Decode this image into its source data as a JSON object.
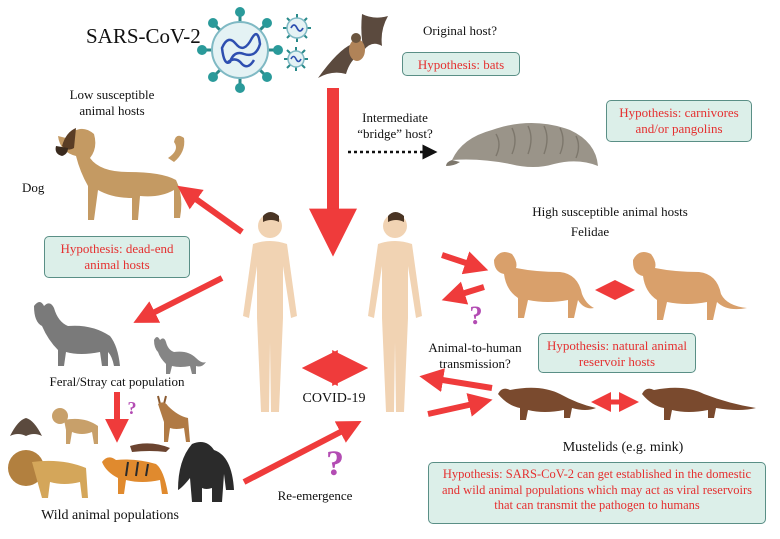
{
  "title": "SARS-CoV-2",
  "labels": {
    "original_host": "Original host?",
    "intermediate": "Intermediate\n“bridge” host?",
    "low_susceptible": "Low susceptible\nanimal hosts",
    "dog": "Dog",
    "high_susceptible": "High susceptible animal hosts",
    "felidae": "Felidae",
    "feral_cats": "Feral/Stray cat population",
    "animal_to_human": "Animal-to-human\ntransmission?",
    "covid": "COVID-19",
    "mustelids": "Mustelids (e.g. mink)",
    "wild_animals": "Wild animal populations",
    "reemergence": "Re-emergence"
  },
  "hypotheses": {
    "bats": "Hypothesis: bats",
    "carnivores": "Hypothesis: carnivores\nand/or pangolins",
    "dead_end": "Hypothesis: dead-end\nanimal hosts",
    "reservoir": "Hypothesis: natural animal\nreservoir hosts",
    "established": "Hypothesis: SARS-CoV-2 can get established in the domestic\nand wild animal populations which may act as viral reservoirs\nthat can transmit the pathogen to humans"
  },
  "colors": {
    "arrow": "#ef3b3b",
    "hypothesis_text": "#e53030",
    "hypothesis_bg": "#dcefe9",
    "question_mark": "#b34cb3",
    "skin": "#f1d3b3"
  }
}
